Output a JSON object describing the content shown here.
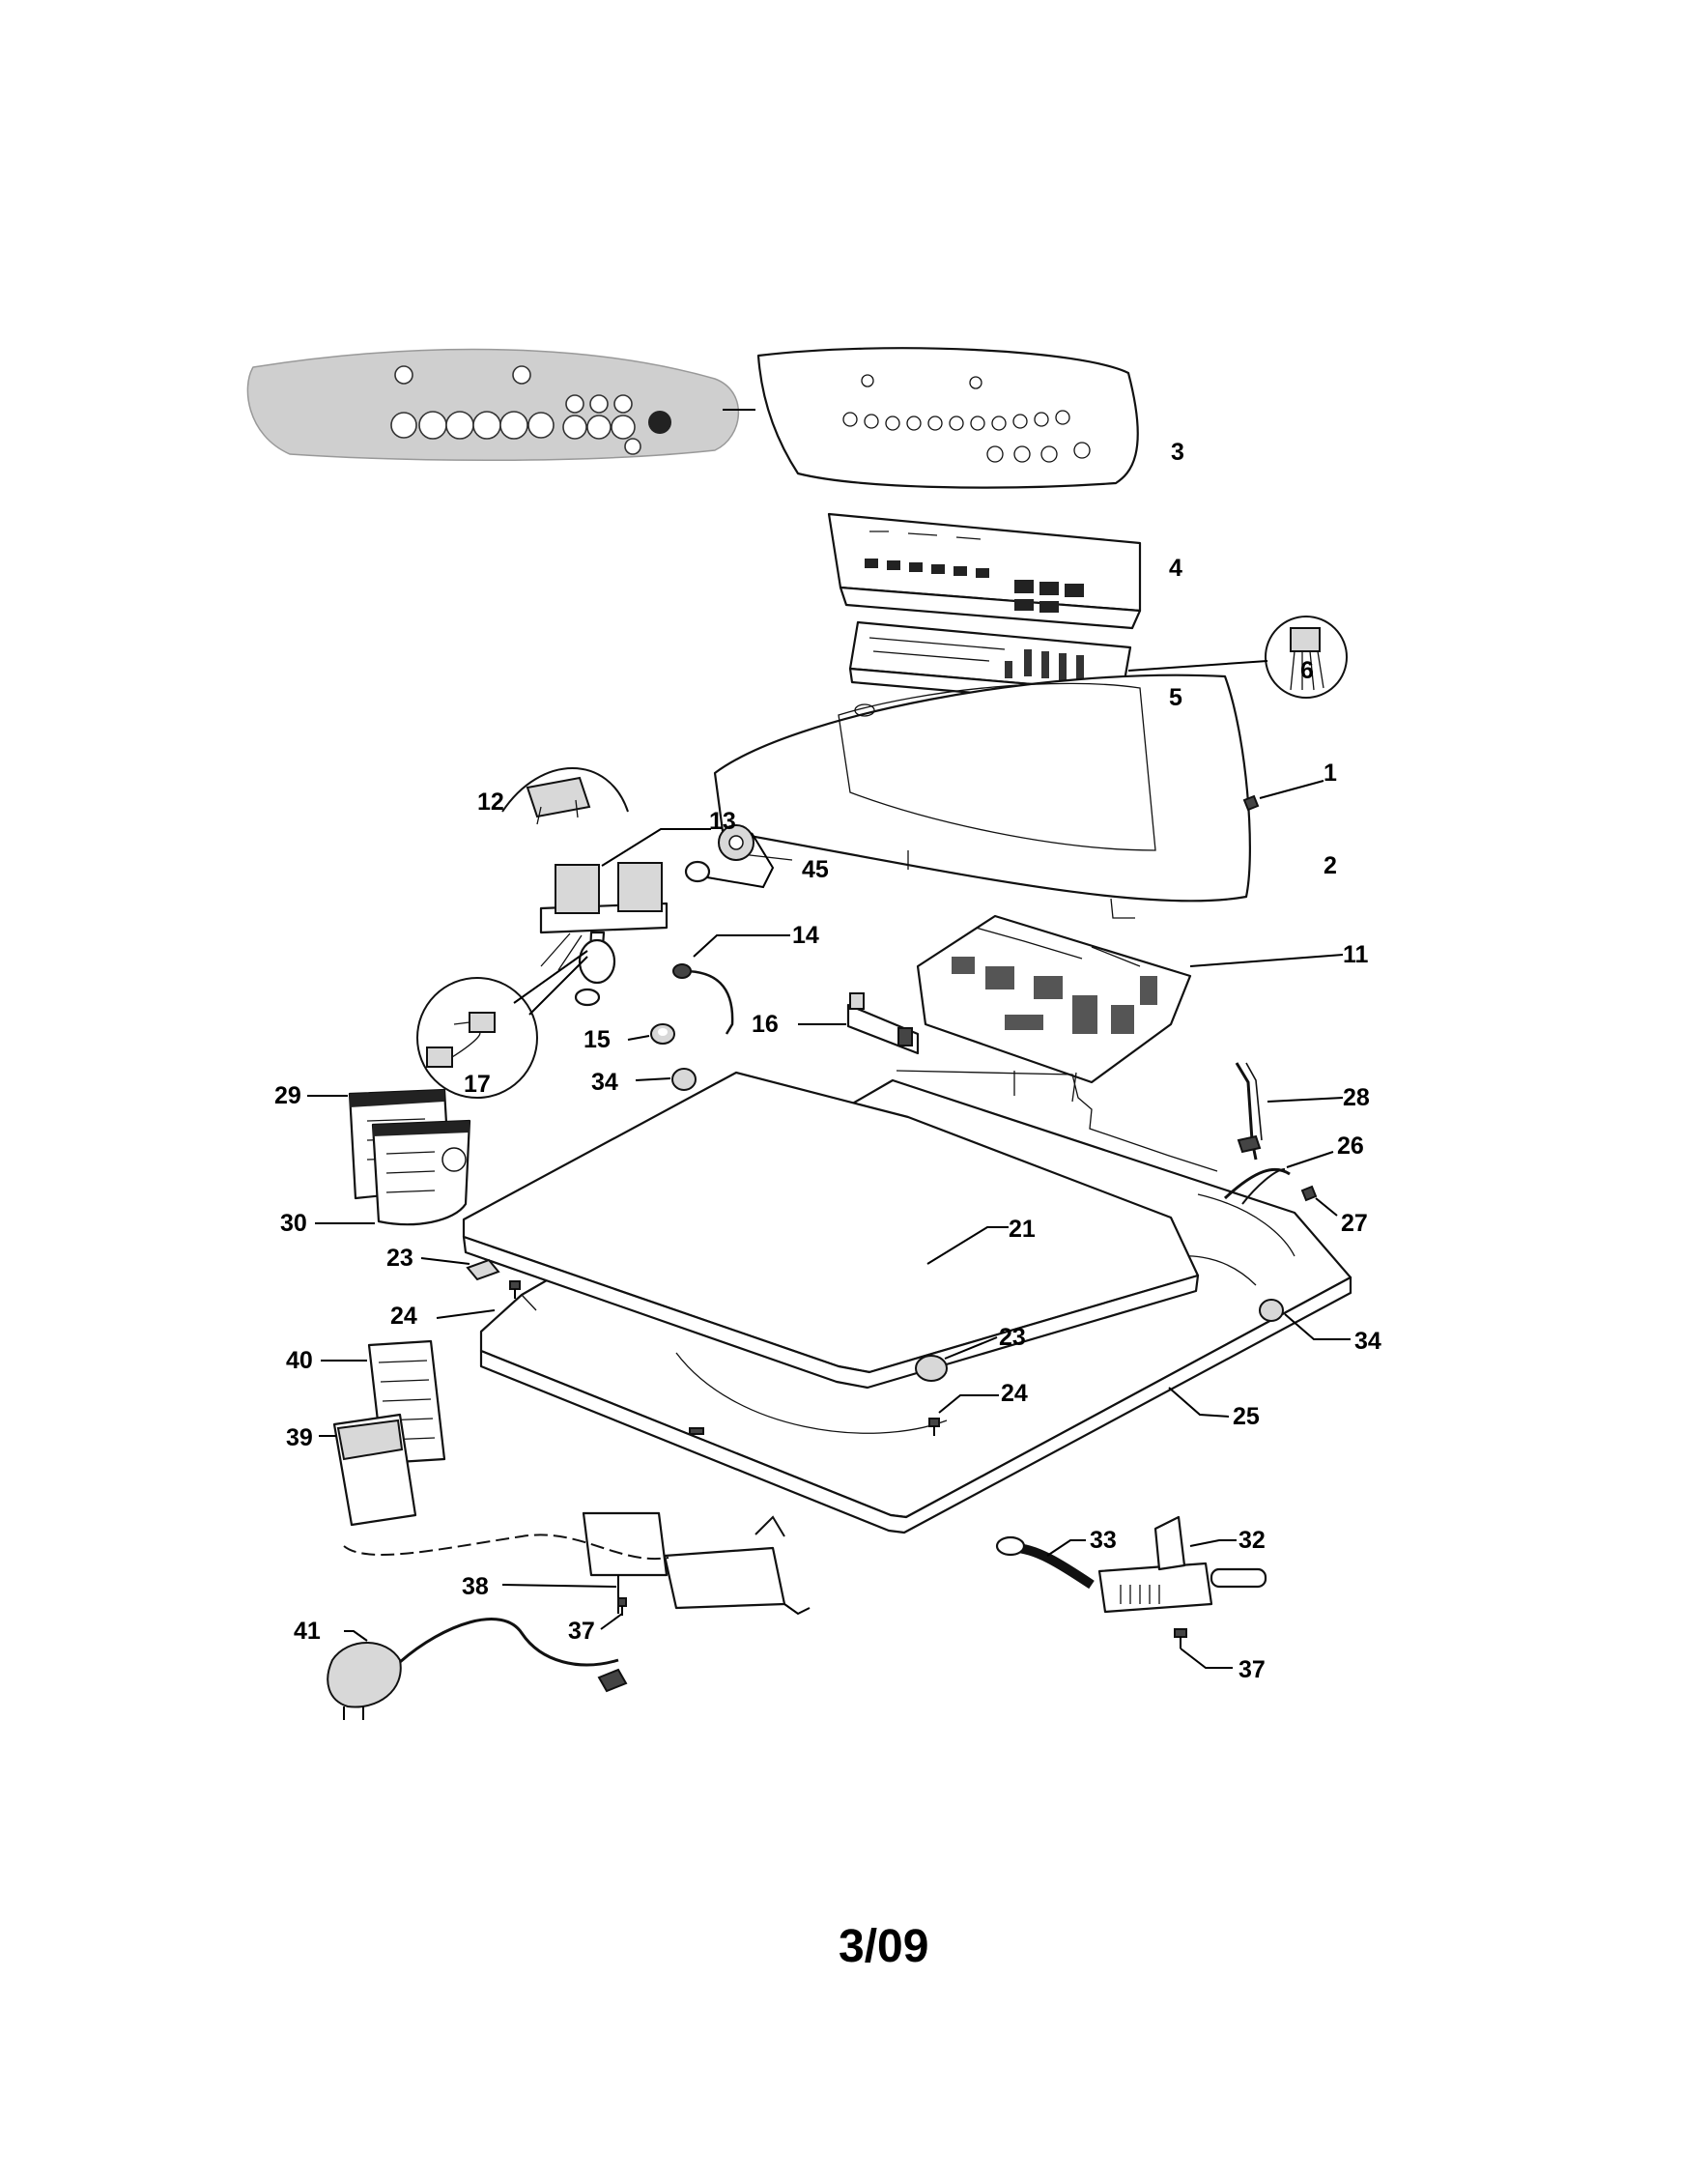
{
  "page_label": "3/09",
  "callouts": {
    "c1": "1",
    "c2": "2",
    "c3": "3",
    "c4": "4",
    "c5": "5",
    "c6": "6",
    "c11": "11",
    "c12": "12",
    "c13": "13",
    "c14": "14",
    "c15": "15",
    "c16": "16",
    "c17": "17",
    "c21": "21",
    "c23a": "23",
    "c23b": "23",
    "c24a": "24",
    "c24b": "24",
    "c25": "25",
    "c26": "26",
    "c27": "27",
    "c28": "28",
    "c29": "29",
    "c30": "30",
    "c32": "32",
    "c33": "33",
    "c34a": "34",
    "c34b": "34",
    "c37a": "37",
    "c37b": "37",
    "c38": "38",
    "c39": "39",
    "c40": "40",
    "c41": "41",
    "c45": "45"
  }
}
